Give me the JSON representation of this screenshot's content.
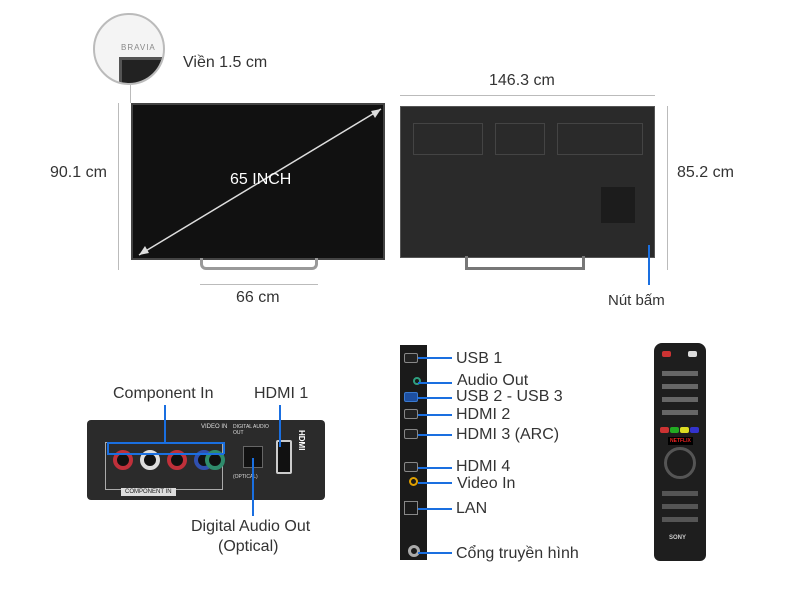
{
  "dimensions": {
    "bezel": "Viền 1.5 cm",
    "bezel_brand": "BRAVIA",
    "diagonal": "65 INCH",
    "height_with_stand": "90.1 cm",
    "stand_width": "66 cm",
    "width": "146.3 cm",
    "height": "85.2 cm",
    "button": "Nút bấm"
  },
  "side_panel": {
    "component_in": "Component In",
    "hdmi1": "HDMI 1",
    "digital_audio_out": "Digital Audio Out",
    "optical": "(Optical)",
    "panel_component": "COMPONENT IN",
    "panel_video_in": "VIDEO IN",
    "panel_digital": "DIGITAL AUDIO OUT",
    "panel_optical": "(OPTICAL)",
    "panel_hdmi": "HDMI"
  },
  "ports": [
    "USB 1",
    "Audio Out",
    "USB 2 - USB 3",
    "HDMI 2",
    "HDMI 3 (ARC)",
    "HDMI 4",
    "Video In",
    "LAN",
    "Cổng truyền hình"
  ],
  "remote": {
    "netflix": "NETFLIX",
    "brand": "SONY"
  },
  "colors": {
    "accent": "#1a6fe0"
  }
}
